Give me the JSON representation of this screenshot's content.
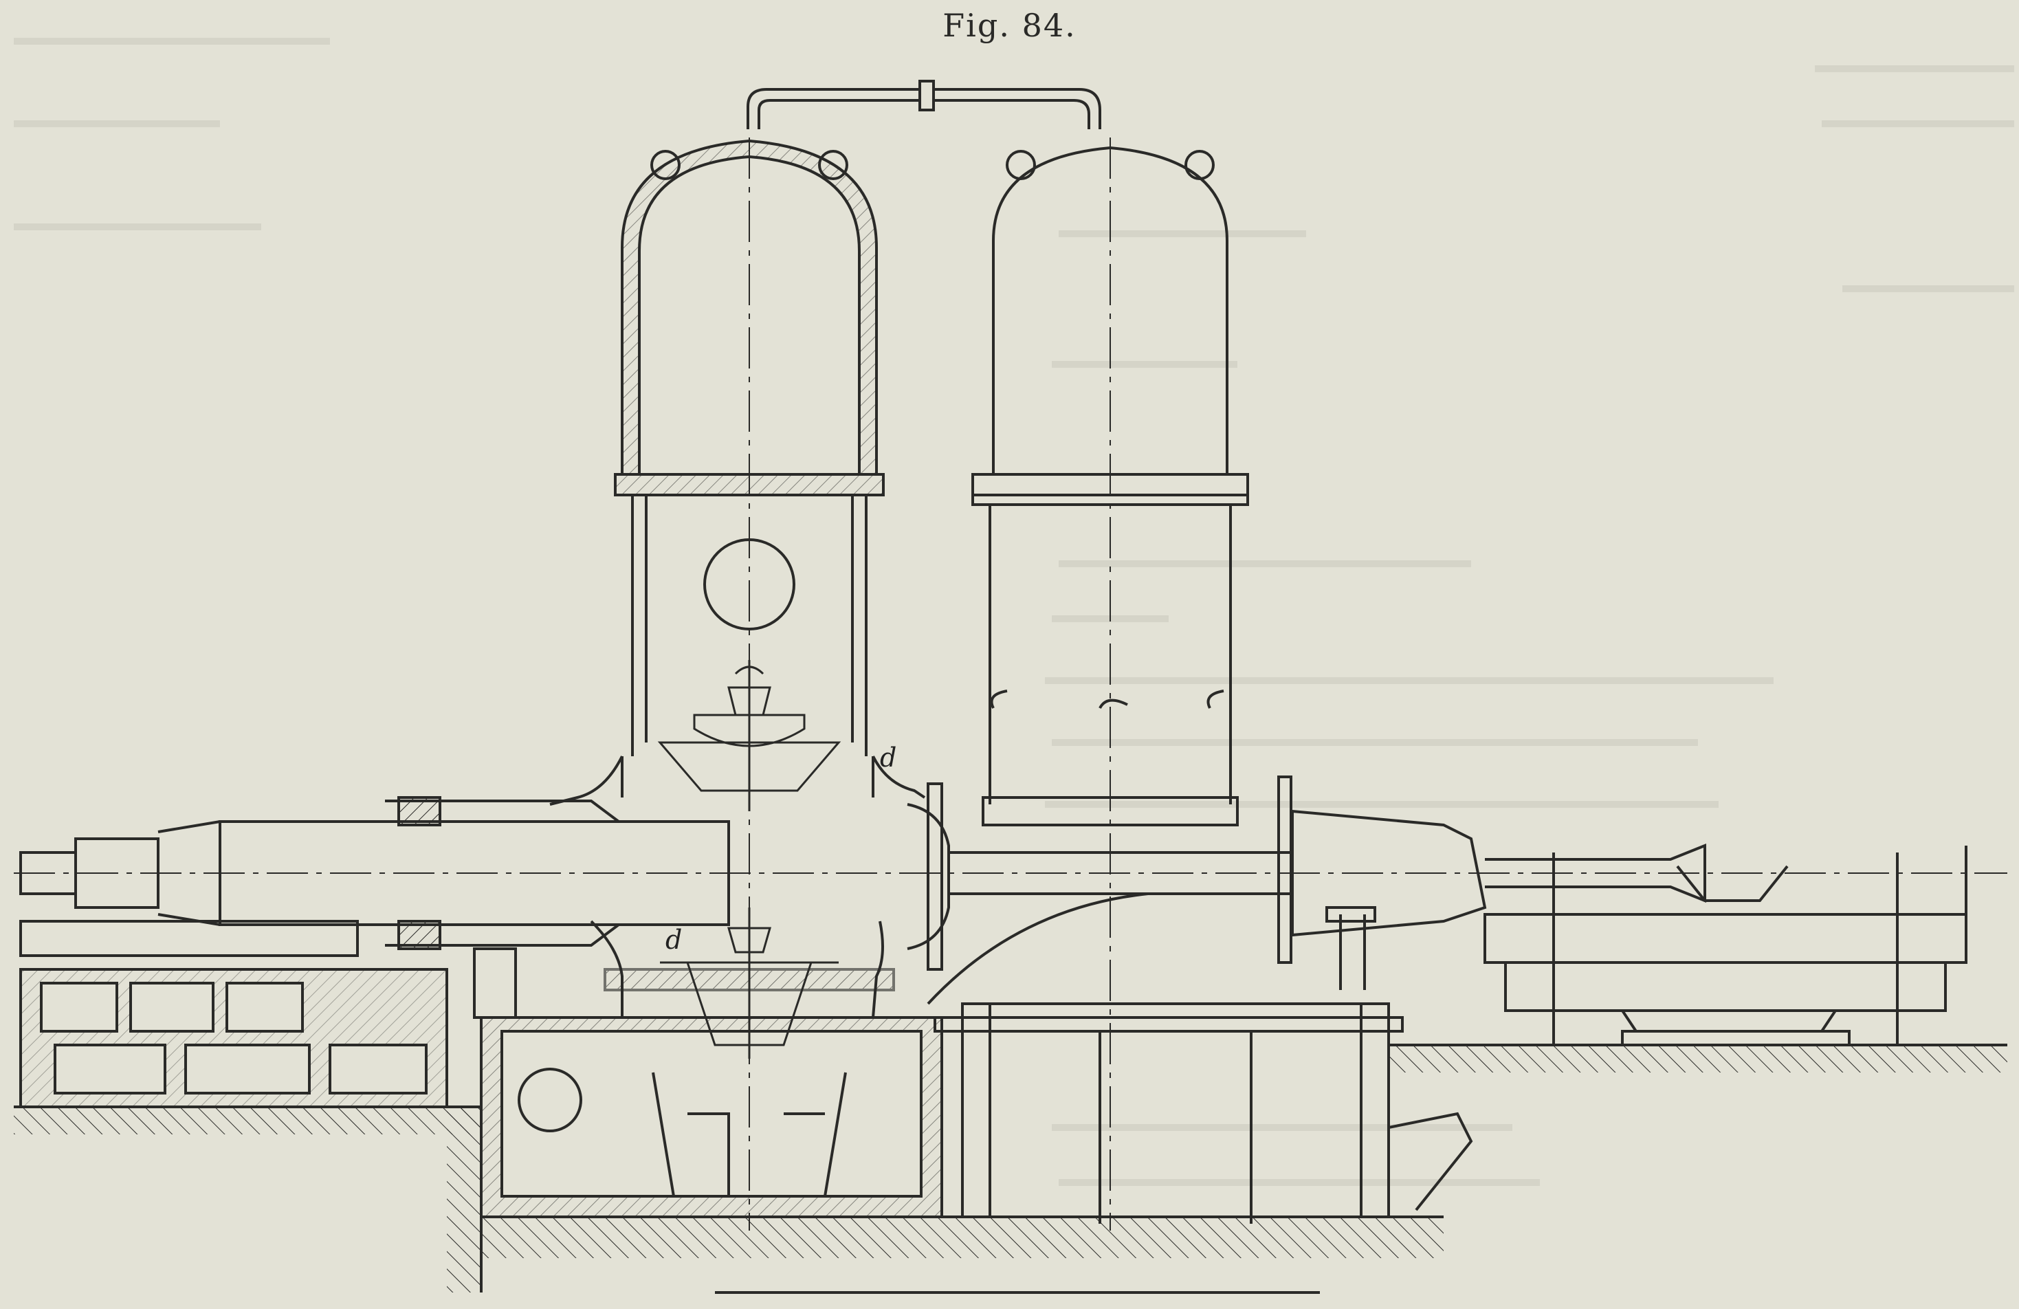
{
  "figure": {
    "caption": "Fig. 84.",
    "labels": {
      "valve_upper": "d",
      "valve_lower": "d"
    }
  },
  "colors": {
    "paper": "#e3e2d6",
    "ink": "#2a2a28",
    "bleed_through": "#c9c8bc"
  }
}
